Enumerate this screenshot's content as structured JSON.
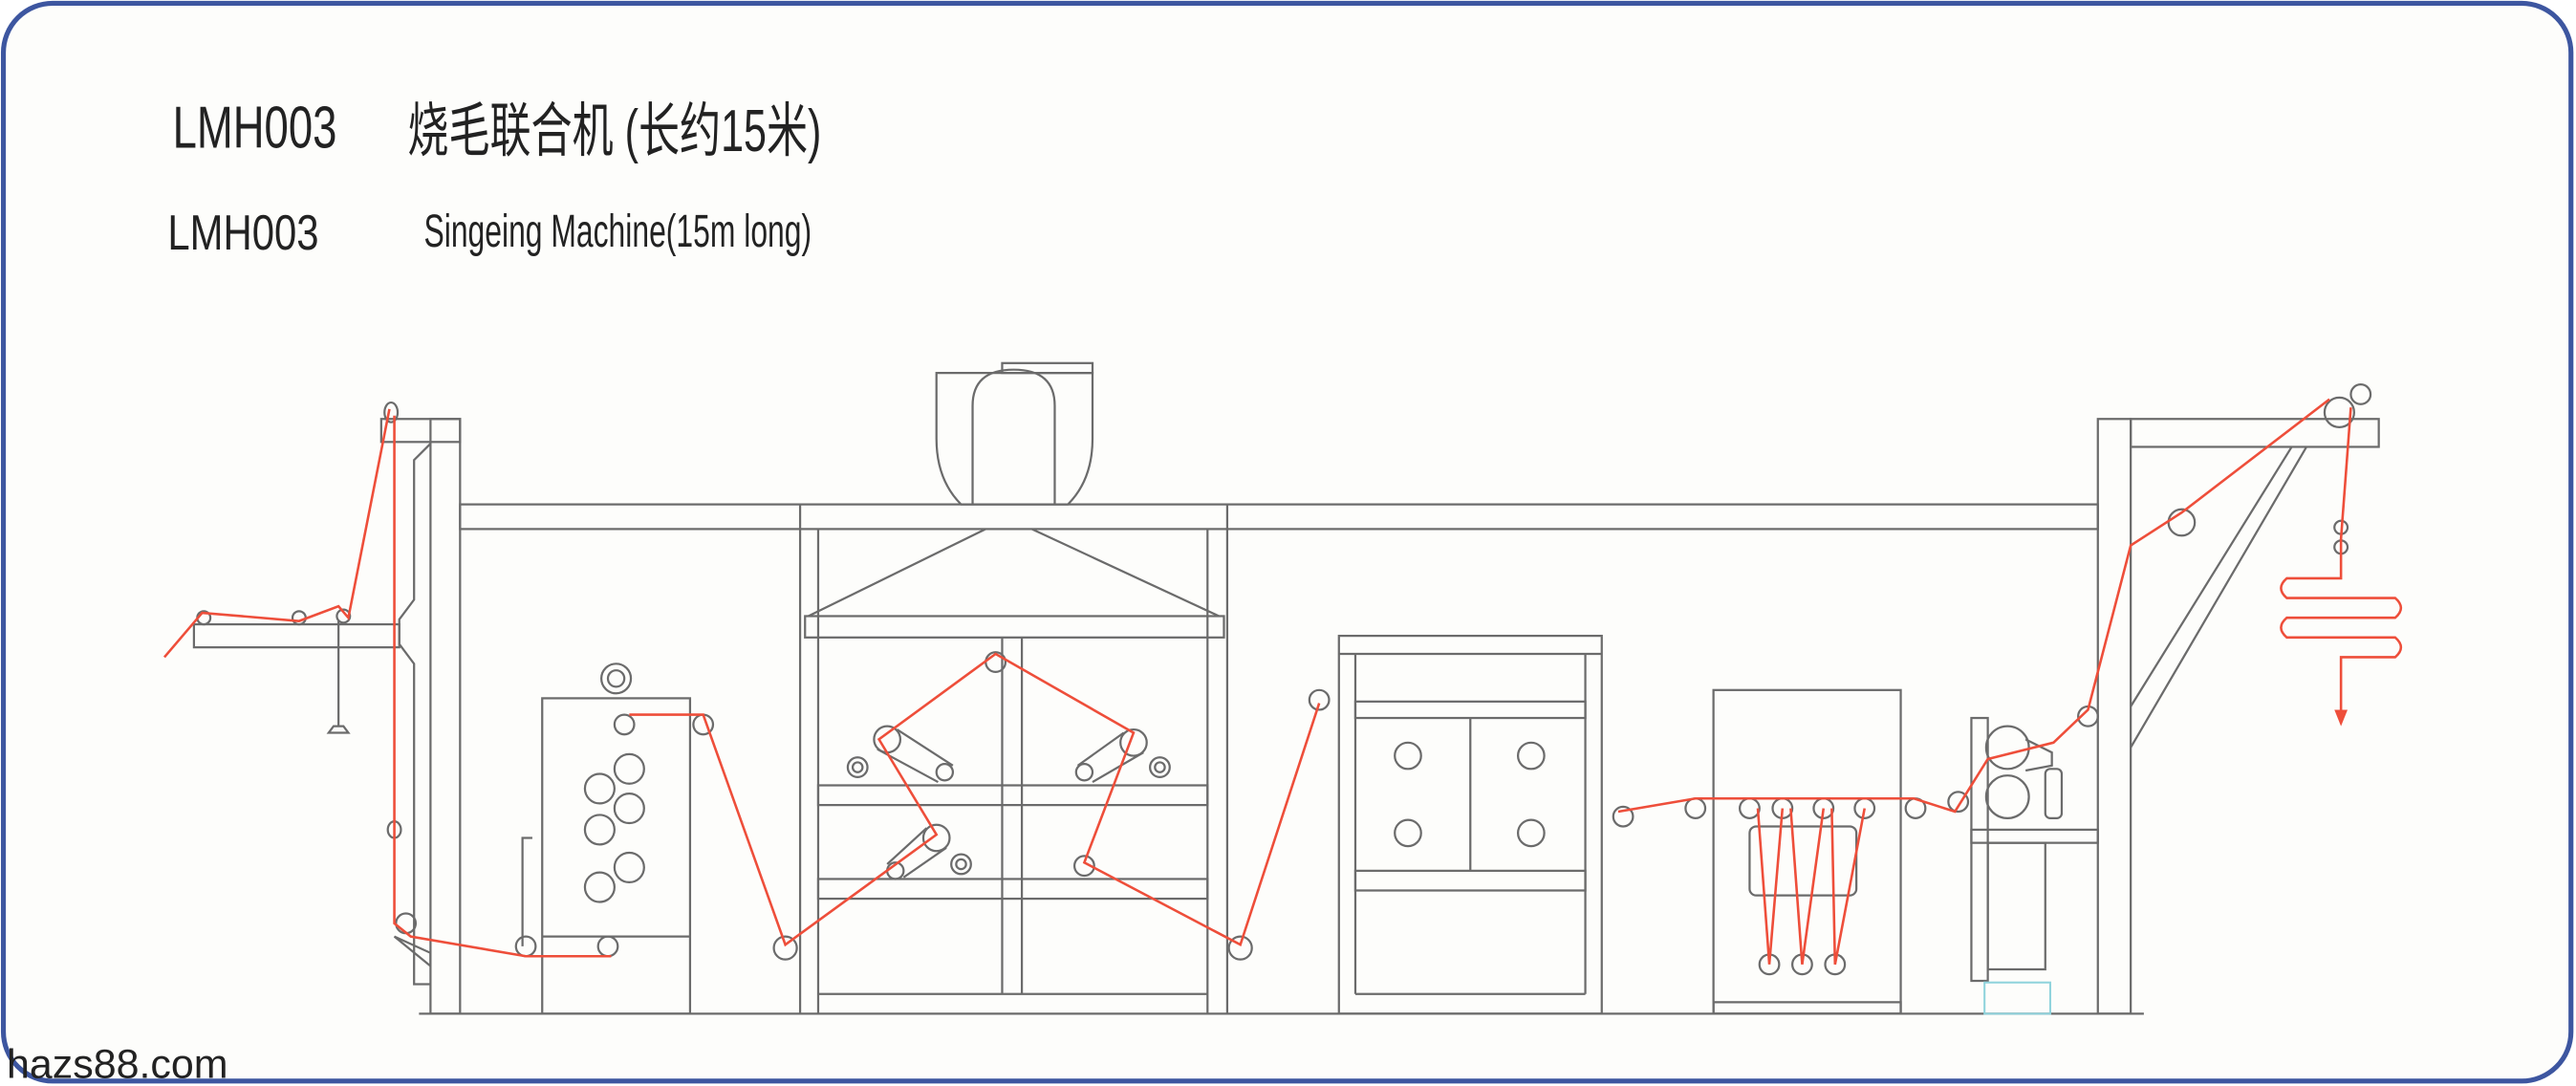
{
  "title": {
    "model_cn": "LMH003",
    "name_cn": "烧毛联合机 (长约15米)",
    "model_en": "LMH003",
    "name_en": "Singeing Machine(15m long)"
  },
  "watermark": "hazs88.com",
  "colors": {
    "border": "#3d56a0",
    "background": "#fdfdfb",
    "machine_line": "#6b6b6b",
    "fabric_path": "#ee4e3a",
    "base_accent": "#8fd3dc"
  }
}
